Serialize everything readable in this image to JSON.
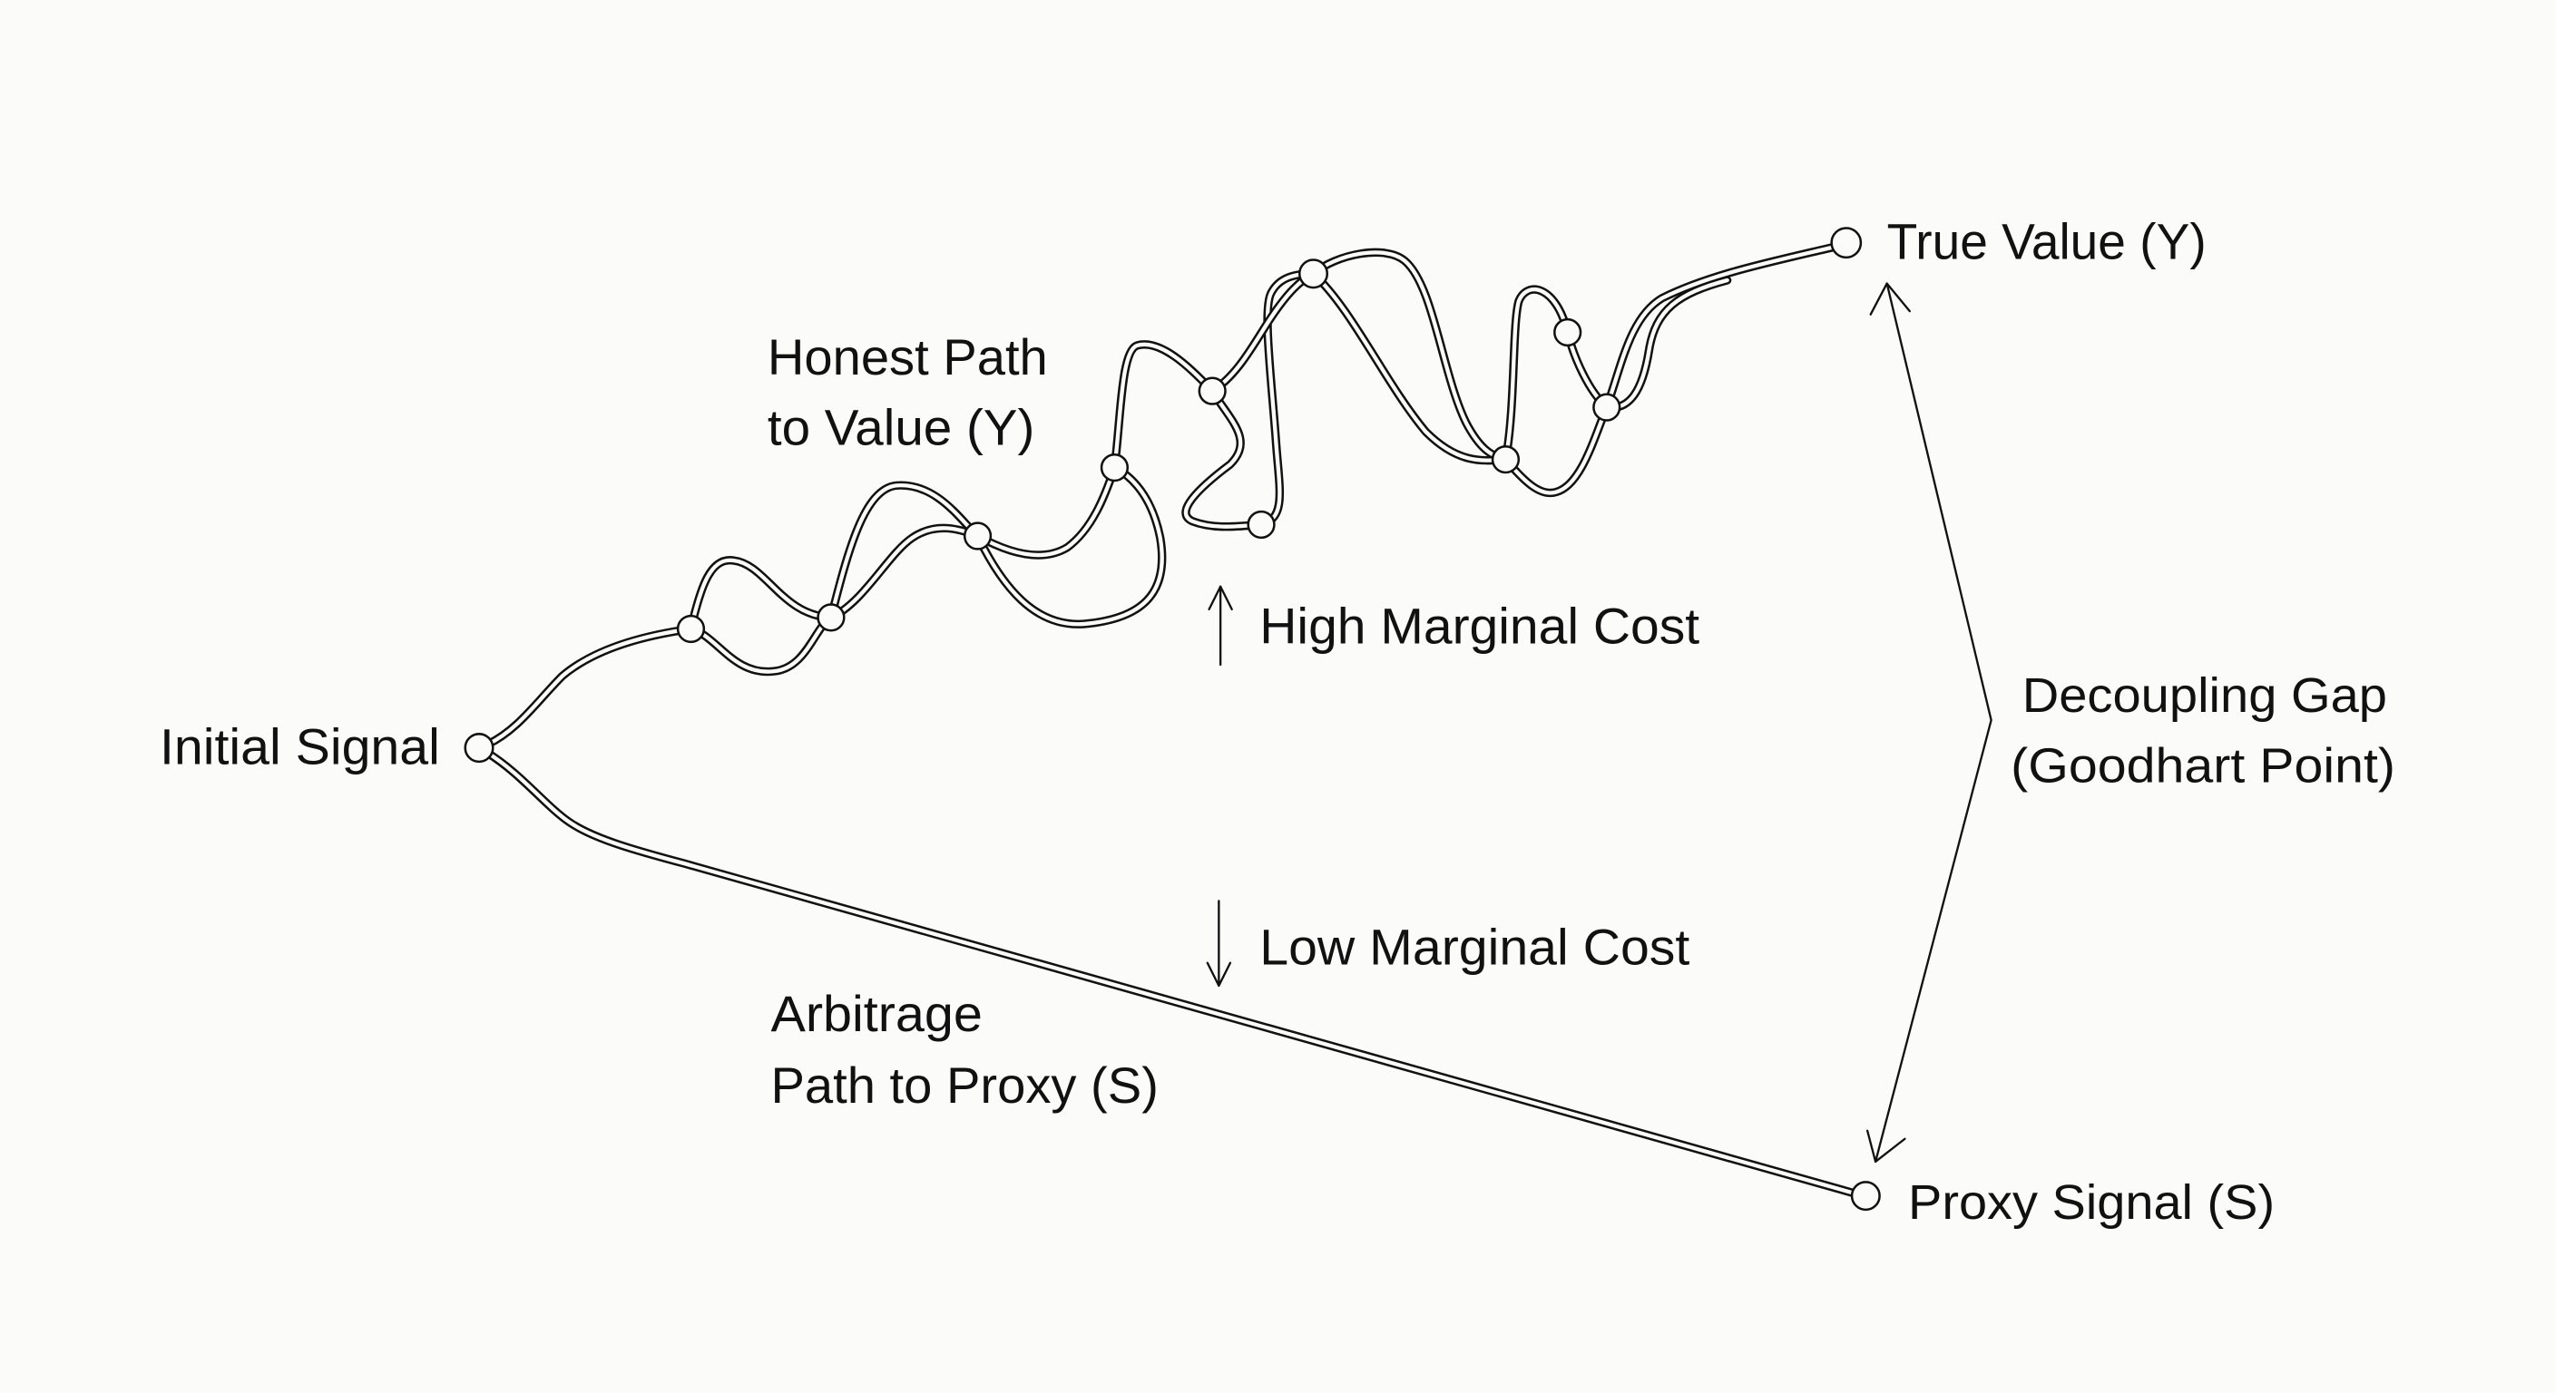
{
  "diagram": {
    "type": "flow-diagram",
    "background": "#fbfbf9",
    "stroke_color": "#111111",
    "nodes": {
      "initial": {
        "label": "Initial Signal"
      },
      "true_value": {
        "label": "True Value (Y)"
      },
      "proxy": {
        "label": "Proxy Signal (S)"
      }
    },
    "paths": {
      "honest": {
        "label_line1": "Honest Path",
        "label_line2": "to Value (Y)"
      },
      "arbitrage": {
        "label_line1": "Arbitrage",
        "label_line2": "Path to Proxy (S)"
      }
    },
    "annotations": {
      "high_cost": {
        "label": "High Marginal Cost",
        "icon": "arrow-up-icon"
      },
      "low_cost": {
        "label": "Low Marginal Cost",
        "icon": "arrow-down-icon"
      },
      "gap": {
        "label_line1": "Decoupling Gap",
        "label_line2": "(Goodhart Point)",
        "icon": "double-arrow-bracket-icon"
      }
    }
  }
}
